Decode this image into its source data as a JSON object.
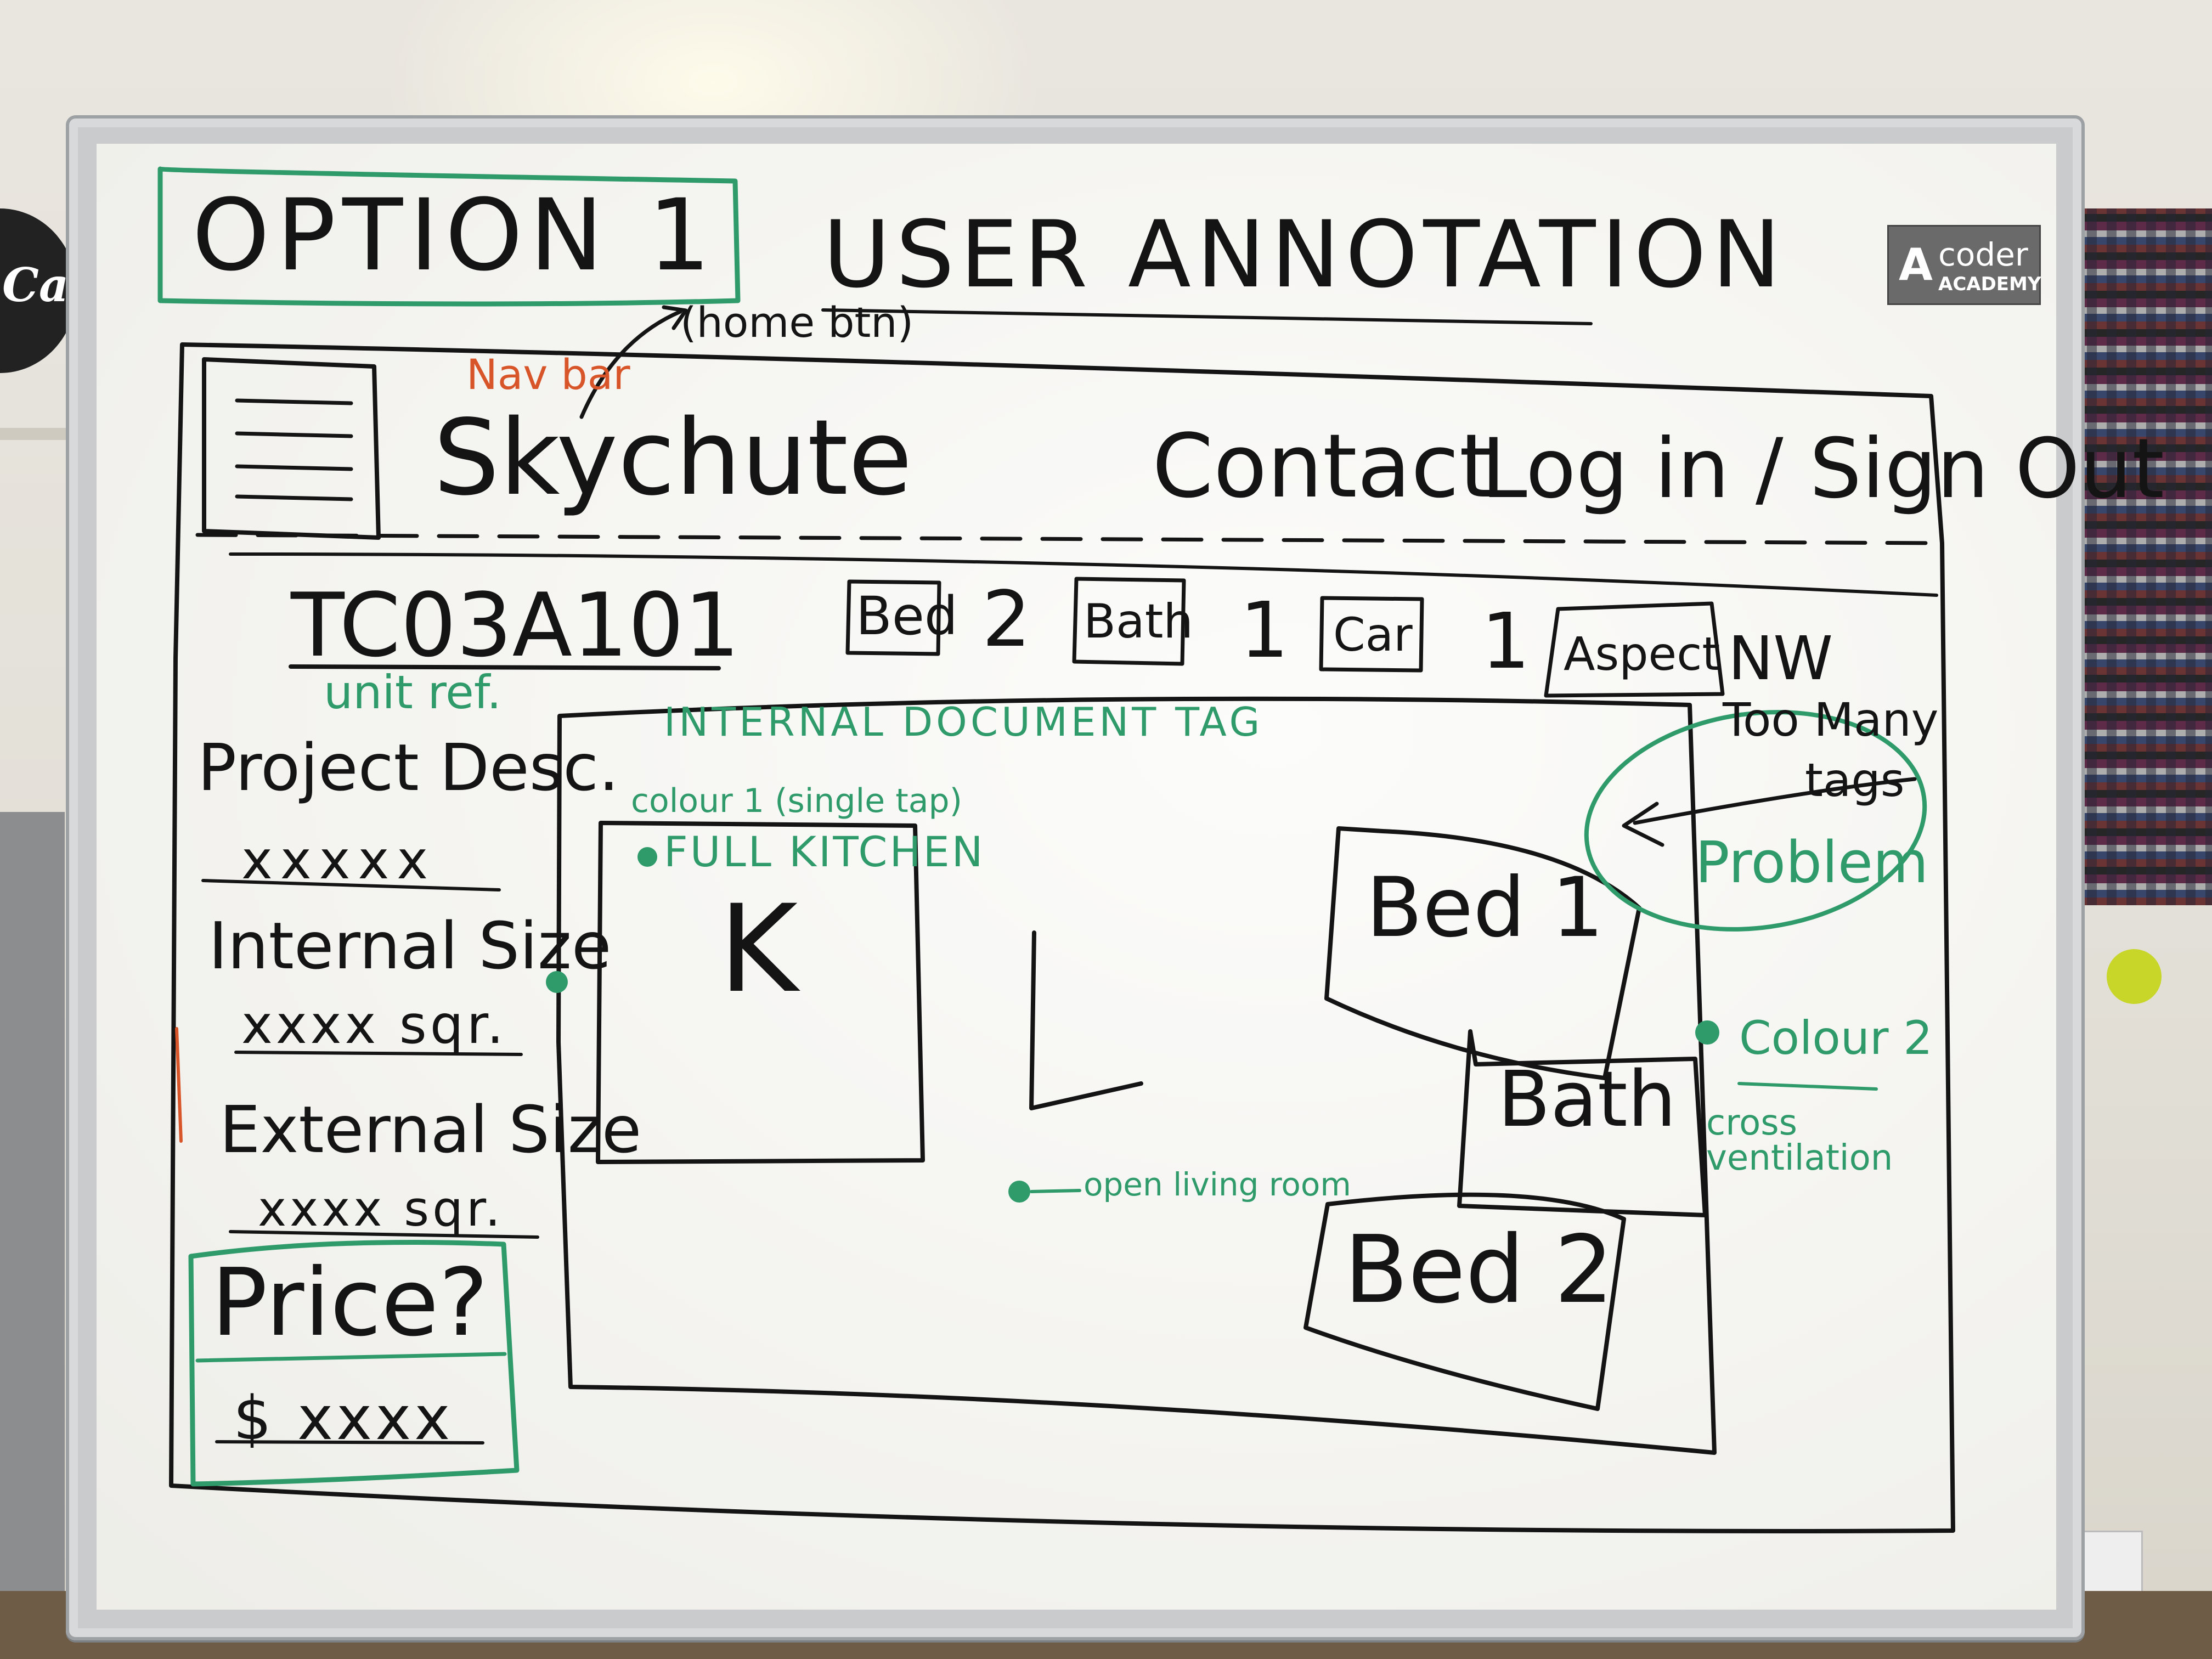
{
  "board": {
    "option_title": "OPTION 1",
    "heading": "USER ANNOTATION",
    "home_note": "(home btn)",
    "logo_badge": {
      "line1": "coder",
      "line2": "ACADEMY"
    },
    "colors": {
      "ink_black": "#141414",
      "ink_green": "#2f9b6b",
      "ink_red": "#d8552a"
    }
  },
  "navbar": {
    "label": "Nav bar",
    "brand": "Skychute",
    "links": [
      "Contact",
      "Log in / Sign Out"
    ]
  },
  "unit_bar": {
    "unit_ref": "TC03A101",
    "unit_ref_note": "unit ref.",
    "tags": [
      {
        "label": "Bed",
        "value": "2"
      },
      {
        "label": "Bath",
        "value": "1"
      },
      {
        "label": "Car",
        "value": "1"
      },
      {
        "label": "Aspect",
        "value": "NW"
      }
    ]
  },
  "sidebar": {
    "project_desc": {
      "label": "Project Desc.",
      "value": "xxxxx"
    },
    "internal_size": {
      "label": "Internal Size",
      "value": "xxxx sqr."
    },
    "external_size": {
      "label": "External Size",
      "value": "xxxx sqr."
    },
    "price": {
      "label": "Price?",
      "value": "$ xxxx"
    }
  },
  "floorplan": {
    "tag_note": "INTERNAL DOCUMENT TAG",
    "colour1_note": "colour 1 (single tap)",
    "kitchen_note": "FULL KITCHEN",
    "kitchen_letter": "K",
    "living_letter": "L",
    "living_note": "open living room",
    "rooms": [
      "Bed 1",
      "Bath",
      "Bed 2"
    ],
    "problem_note": {
      "line1": "Too Many",
      "line2": "tags",
      "line3": "Problem"
    },
    "colour2_note": "Colour 2",
    "cross_note": "cross ventilation"
  }
}
